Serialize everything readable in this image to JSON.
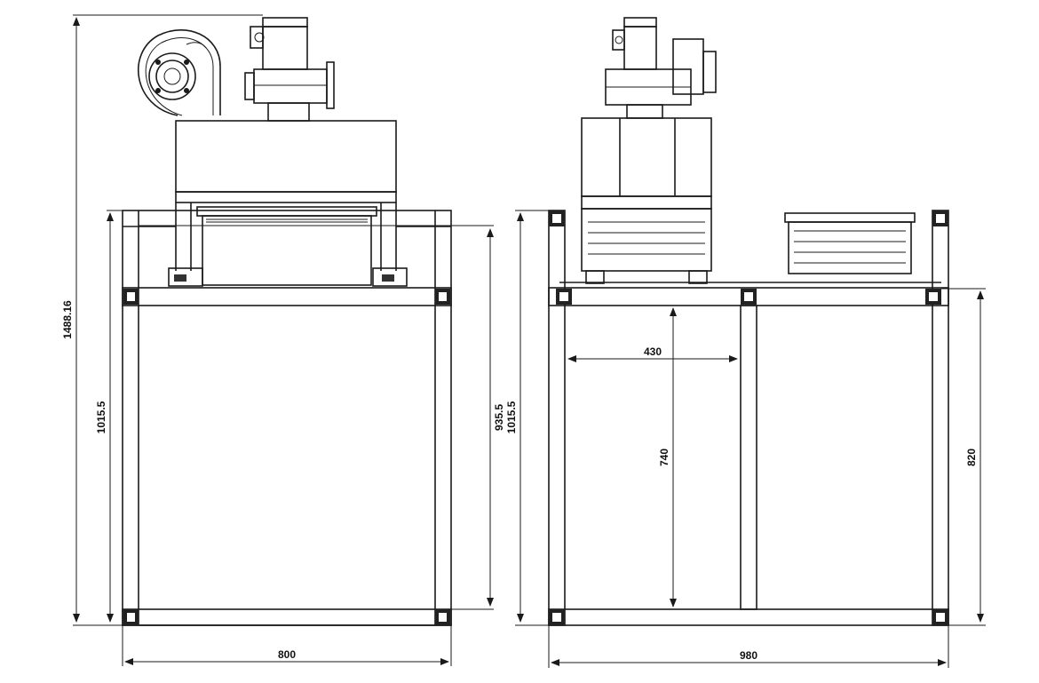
{
  "dimensions": {
    "front": {
      "overall_height": "1488.16",
      "frame_height": "1015.5",
      "inner_height": "935.5",
      "width": "800"
    },
    "side": {
      "frame_height": "1015.5",
      "bay_width": "430",
      "bay_height": "740",
      "table_height": "820",
      "width": "980"
    }
  },
  "colors": {
    "line": "#1a1a1a",
    "background": "#ffffff"
  }
}
